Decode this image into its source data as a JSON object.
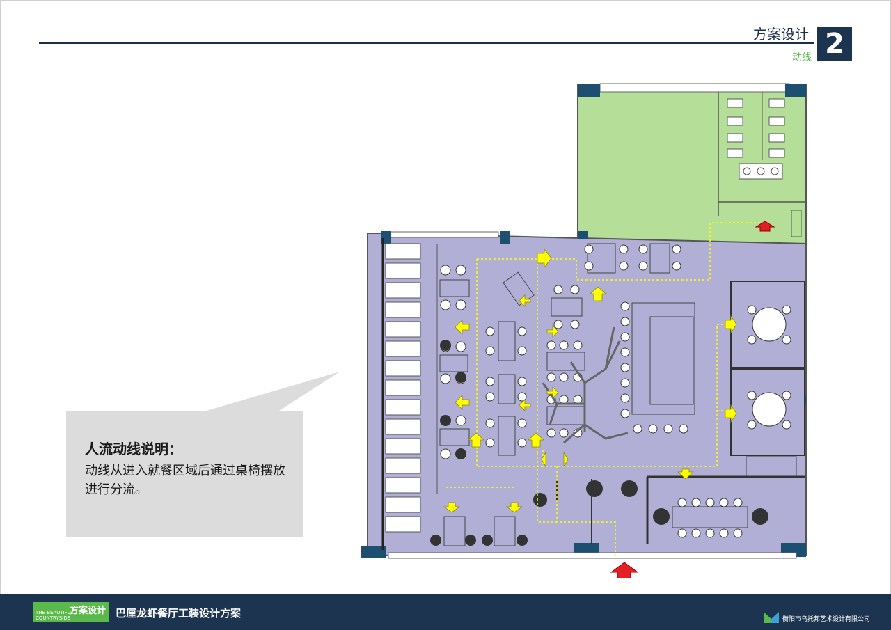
{
  "header": {
    "title": "方案设计",
    "subtitle": "动线",
    "page_number": "2"
  },
  "note": {
    "heading": "人流动线说明：",
    "body": "动线从进入就餐区域后通过桌椅摆放进行分流。"
  },
  "footer": {
    "logo_main": "方案设计",
    "logo_sub": "THE BEAUTIFUL COUNTRYSIDE",
    "project_title": "巴厘龙虾餐厅工装设计方案",
    "company": "衡阳市乌托邦艺术设计有限公司"
  },
  "colors": {
    "navy": "#1d3450",
    "accent_green": "#5bb84a",
    "dining_area": "#b1afd6",
    "restroom_area": "#b5de99",
    "flow_arrow": "#ffff00",
    "entry_arrow": "#e31e24",
    "note_bg": "#dcdcdc"
  },
  "icons": [
    "flow-arrow-icon",
    "entrance-arrow-icon",
    "company-logo-icon"
  ]
}
